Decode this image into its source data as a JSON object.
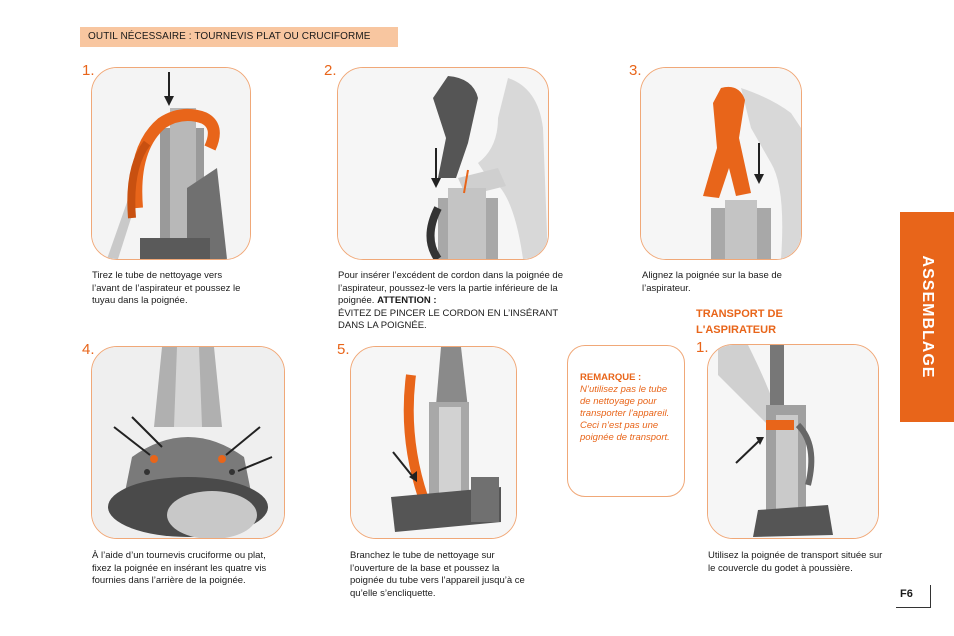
{
  "tool_banner": "OUTIL NÉCESSAIRE : TOURNEVIS PLAT OU CRUCIFORME",
  "side_tab": "ASSEMBLAGE",
  "page_number": "F6",
  "steps": [
    {
      "num": "1.",
      "caption": "Tirez le tube de nettoyage vers l’avant de l’aspirateur et poussez le tuyau dans la poignée."
    },
    {
      "num": "2.",
      "caption_pre": "Pour insérer l’excédent de cordon dans la poignée de l’aspirateur, poussez-le vers la partie inférieure de la poignée.",
      "caption_bold": "ATTENTION :",
      "caption_post": "ÉVITEZ DE PINCER LE CORDON EN L’INSÉRANT DANS LA POIGNÉE."
    },
    {
      "num": "3.",
      "caption": "Alignez la poignée sur la base de l’aspirateur."
    },
    {
      "num": "4.",
      "caption": "À l’aide d’un tournevis cruciforme ou plat, fixez la poignée en insérant les quatre vis fournies dans l’arrière de la poignée."
    },
    {
      "num": "5.",
      "caption": "Branchez le tube de nettoyage sur l’ouverture de la base et poussez la poignée du tube vers l’appareil jusqu’à ce qu’elle s’encliquette."
    }
  ],
  "note": {
    "title": "REMARQUE :",
    "text": "N’utilisez pas le tube de nettoyage pour transporter l’appareil.  Ceci n’est pas une poignée de transport."
  },
  "transport": {
    "title": "TRANSPORT DE L'ASPIRATEUR",
    "num": "1.",
    "caption": "Utilisez la poignée de transport située sur le couvercle du godet à poussière."
  },
  "colors": {
    "accent": "#e8651a",
    "banner": "#f8c6a0",
    "frame_border": "#f0a878"
  }
}
